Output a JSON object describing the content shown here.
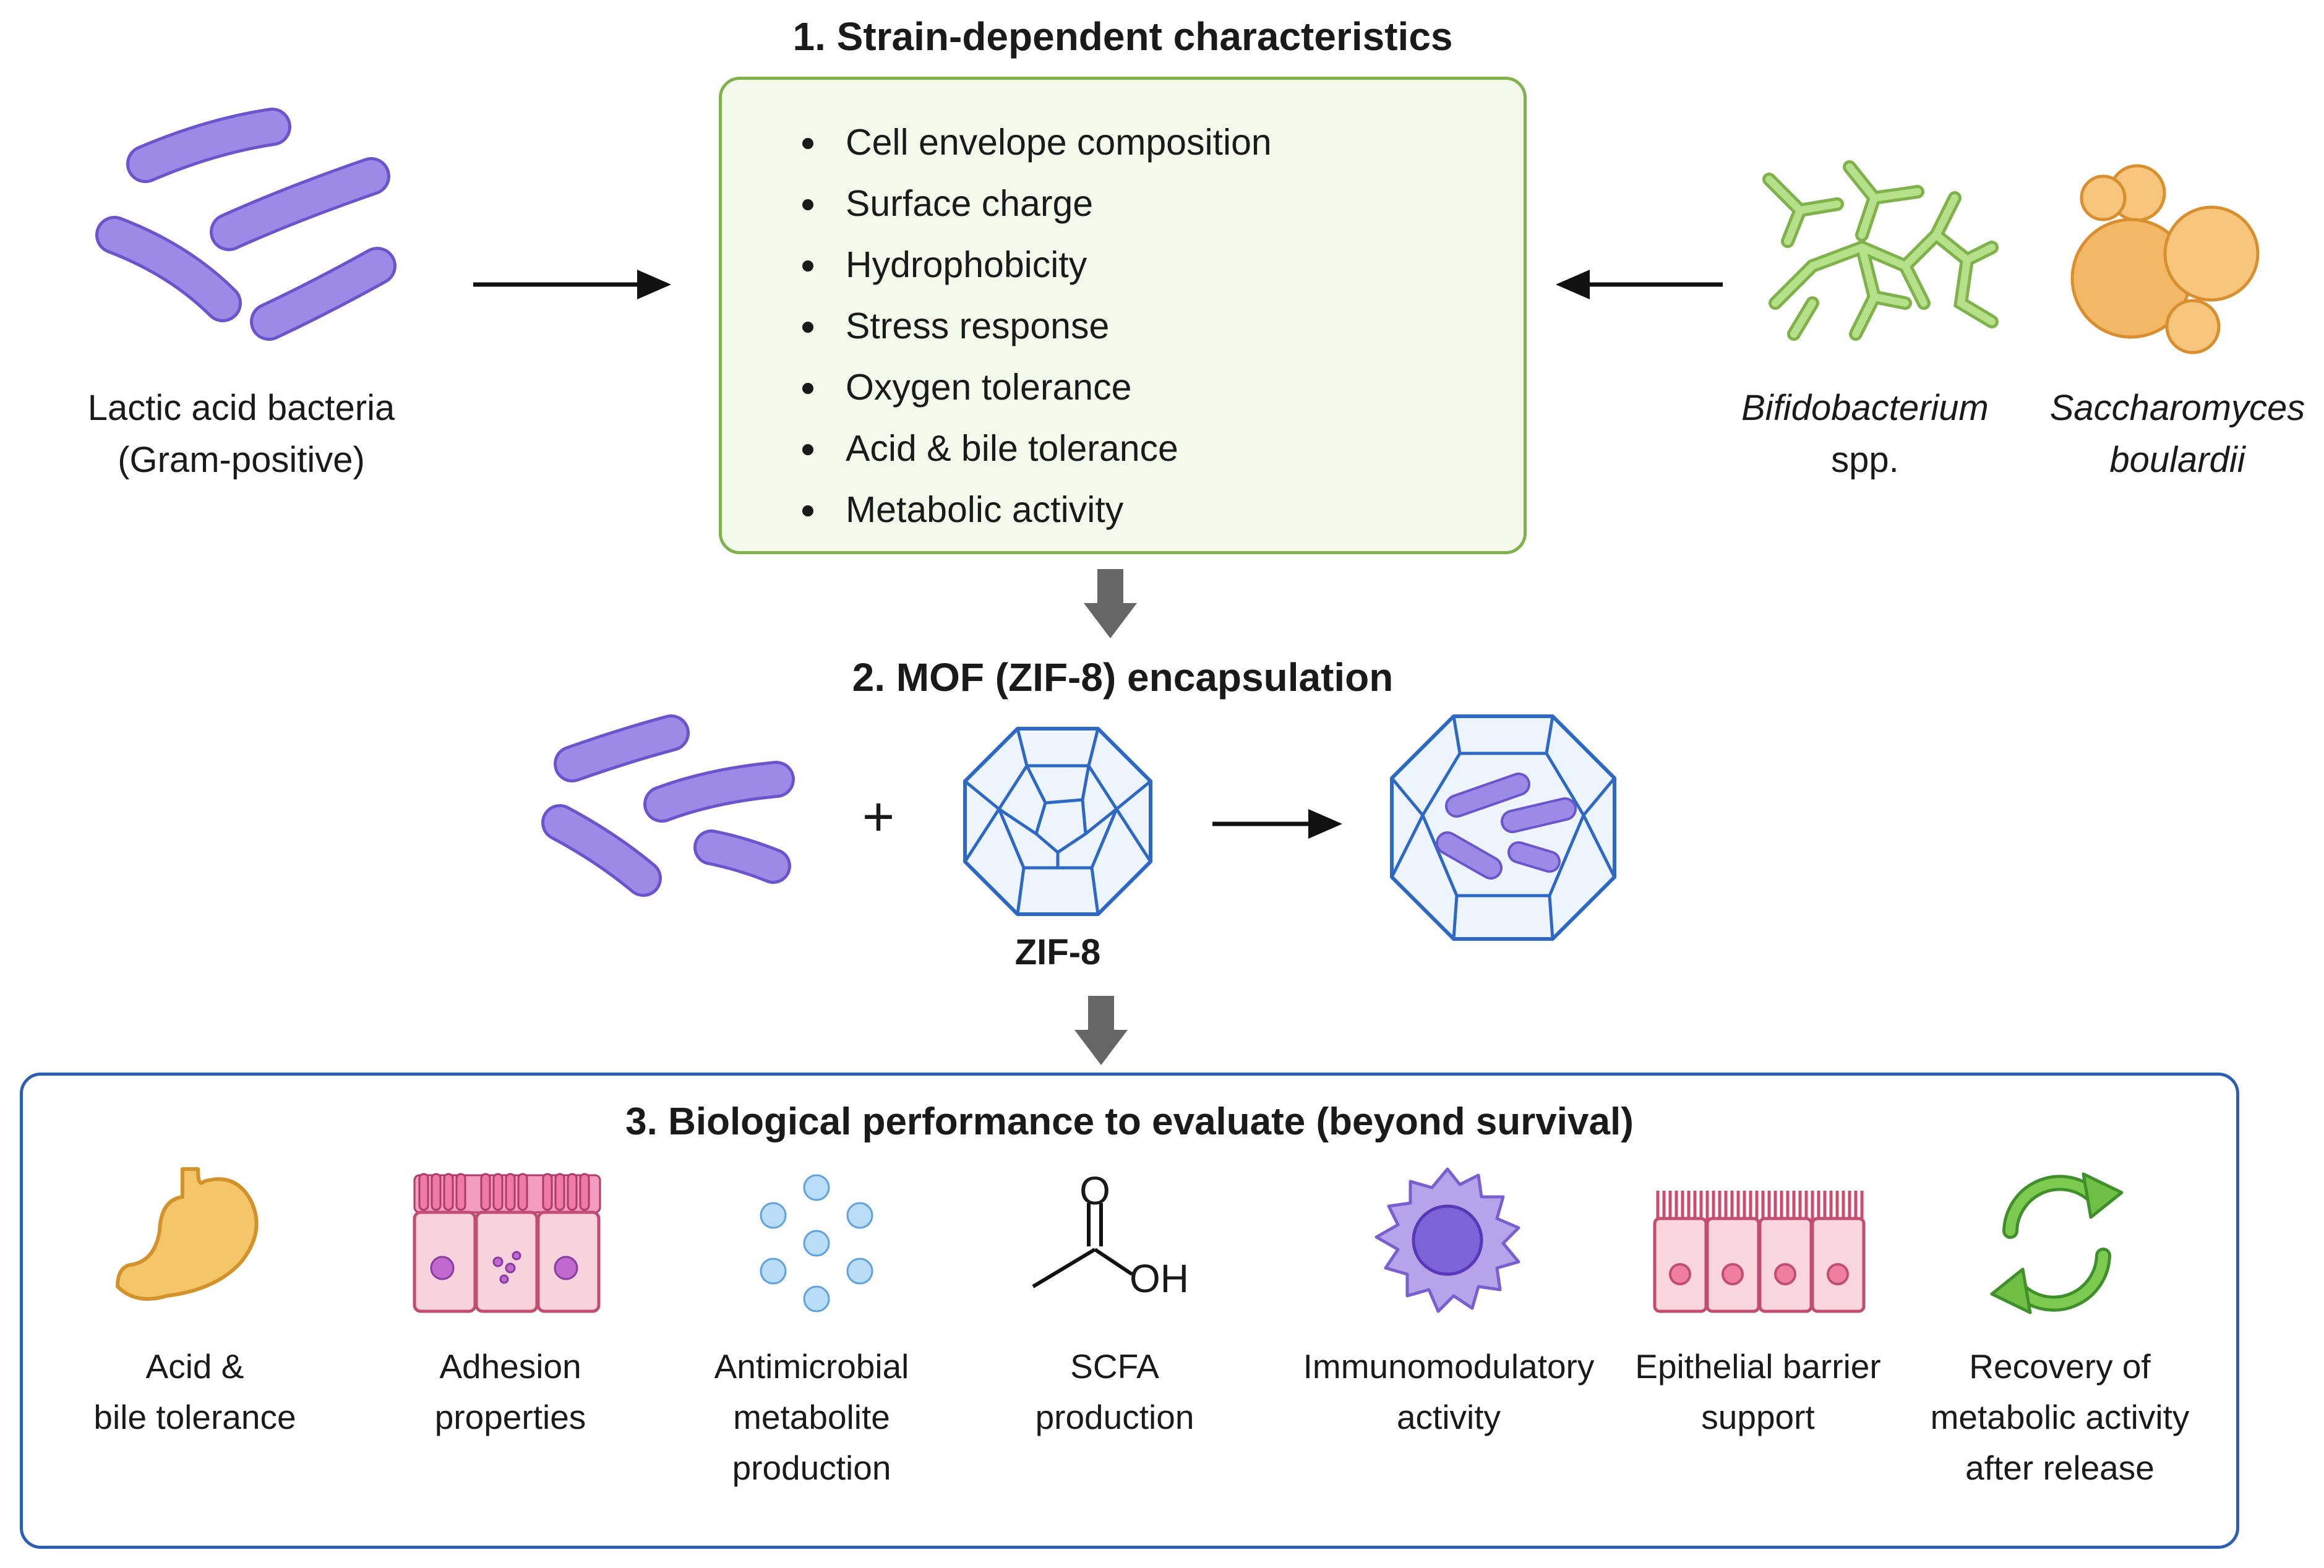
{
  "section1": {
    "title": "1. Strain-dependent characteristics",
    "items": [
      "Cell envelope composition",
      "Surface charge",
      "Hydrophobicity",
      "Stress response",
      "Oxygen tolerance",
      "Acid & bile tolerance",
      "Metabolic activity"
    ]
  },
  "left_organism": {
    "line1": "Lactic acid bacteria",
    "line2": "(Gram-positive)"
  },
  "right_organisms": {
    "bifido_line1": "Bifidobacterium",
    "bifido_line2": "spp.",
    "sacch_line1": "Saccharomyces",
    "sacch_line2": "boulardii"
  },
  "section2": {
    "title": "2. MOF (ZIF-8) encapsulation",
    "plus": "+",
    "zif_label": "ZIF-8"
  },
  "section3": {
    "title": "3. Biological performance to evaluate (beyond survival)",
    "items": [
      {
        "l1": "Acid &",
        "l2": "bile tolerance",
        "l3": "",
        "icon": "stomach-icon"
      },
      {
        "l1": "Adhesion",
        "l2": "properties",
        "l3": "",
        "icon": "intestinal-cells-icon"
      },
      {
        "l1": "Antimicrobial",
        "l2": "metabolite",
        "l3": "production",
        "icon": "metabolite-dots-icon"
      },
      {
        "l1": "SCFA",
        "l2": "production",
        "l3": "",
        "icon": "acetic-acid-icon"
      },
      {
        "l1": "Immunomodulatory",
        "l2": "activity",
        "l3": "",
        "icon": "immune-cell-icon"
      },
      {
        "l1": "Epithelial barrier",
        "l2": "support",
        "l3": "",
        "icon": "epithelium-icon"
      },
      {
        "l1": "Recovery of",
        "l2": "metabolic activity",
        "l3": "after release",
        "icon": "recycle-arrows-icon"
      }
    ],
    "scfa_o": "O",
    "scfa_oh": "OH"
  },
  "colors": {
    "bacteria": "#9b8be6",
    "bacteria_stroke": "#6a55cc",
    "bifido": "#9bd06a",
    "yeast": "#f3b866",
    "panel1_border": "#7fb24a",
    "panel3_border": "#2b5fb3",
    "zif": "#2d68c4",
    "arrow_gray": "#666666"
  }
}
